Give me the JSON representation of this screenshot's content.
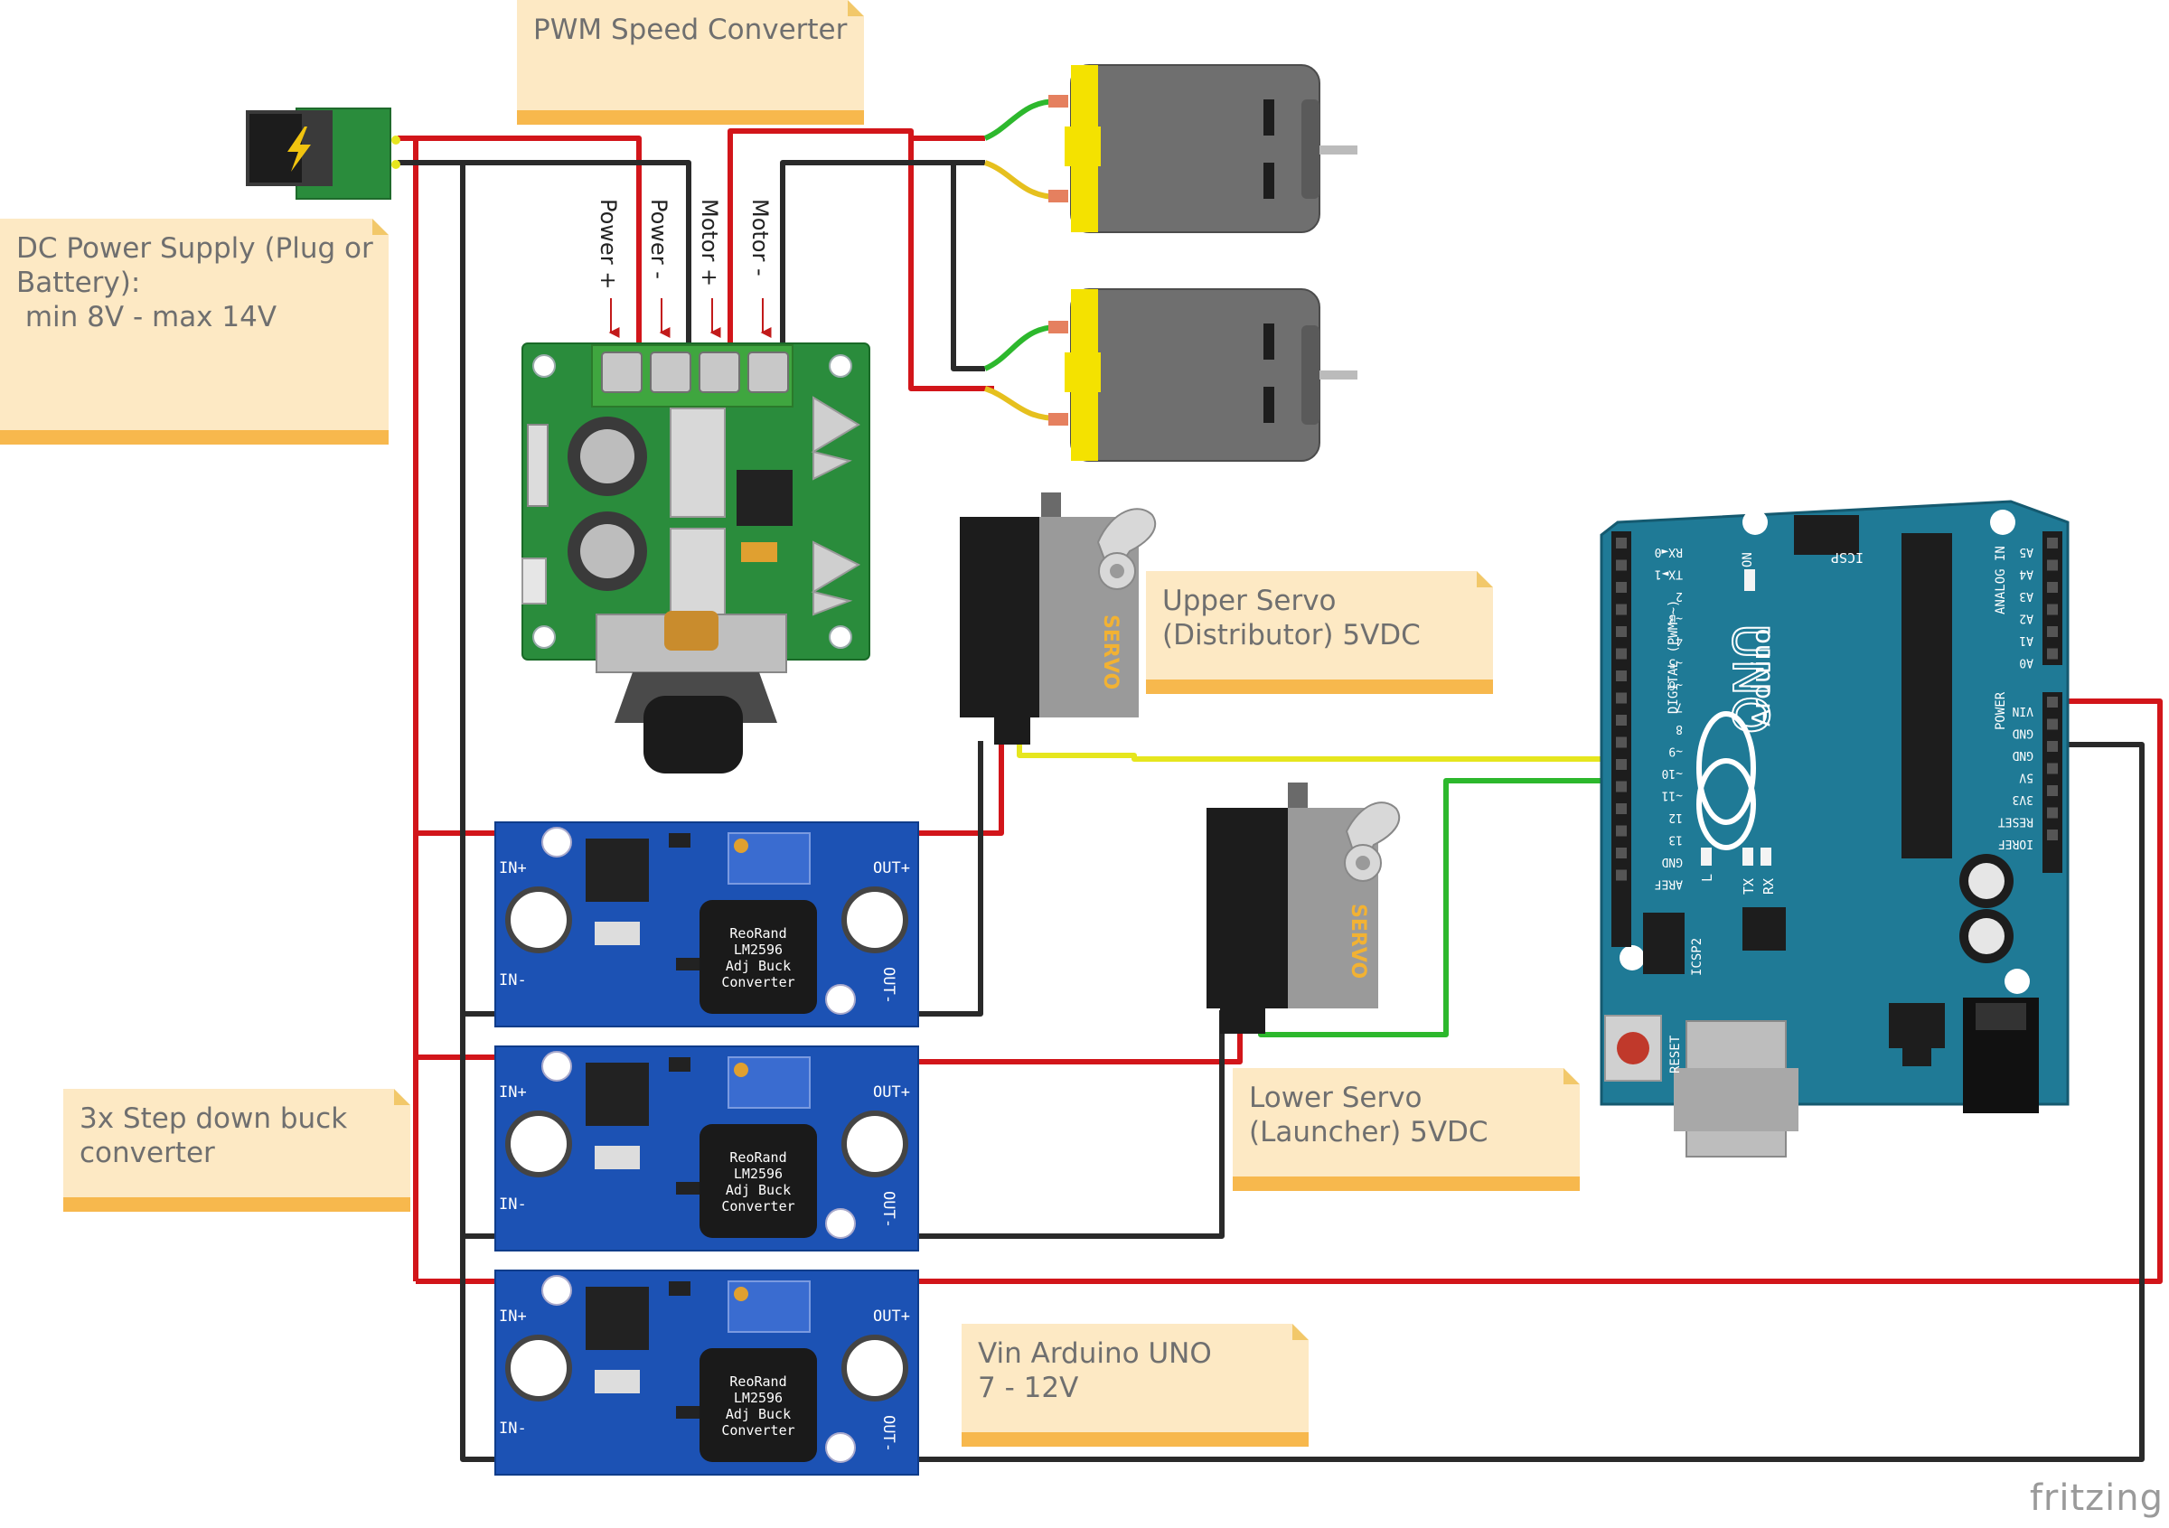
{
  "notes": {
    "pwm": [
      "PWM Speed Converter"
    ],
    "dc": [
      "DC Power Supply (Plug or",
      "Battery):",
      " min 8V - max 14V"
    ],
    "upper_servo": [
      "Upper Servo",
      "(Distributor) 5VDC"
    ],
    "lower_servo": [
      "Lower Servo",
      "(Launcher) 5VDC"
    ],
    "buck": [
      "3x Step down buck",
      "converter"
    ],
    "vin": [
      "Vin Arduino UNO",
      "7 - 12V"
    ]
  },
  "pwm_terminals": [
    "Power +",
    "Power -",
    "Motor +",
    "Motor -"
  ],
  "buck_converter": {
    "chip_text": [
      "ReoRand",
      "LM2596",
      "Adj Buck",
      "Converter"
    ],
    "in_plus": "IN+",
    "in_minus": "IN-",
    "out_plus": "OUT+",
    "out_minus": "OUT-"
  },
  "servo_text": "SERVO",
  "arduino": {
    "brand": "UNO",
    "name": "Arduino",
    "digital_label": "DIGITAL (PWM=~)",
    "analog_label": "ANALOG IN",
    "power_label": "POWER",
    "digital_pins": [
      "RX◄0",
      "TX►1",
      "2",
      "~3",
      "4",
      "~5",
      "~6",
      "7",
      "8",
      "~9",
      "~10",
      "~11",
      "12",
      "13",
      "GND",
      "AREF"
    ],
    "analog_pins": [
      "A5",
      "A4",
      "A3",
      "A2",
      "A1",
      "A0"
    ],
    "power_pins": [
      "VIN",
      "GND",
      "GND",
      "5V",
      "3V3",
      "RESET",
      "IOREF"
    ],
    "icsp": "ICSP",
    "icsp2": "ICSP2",
    "on": "ON",
    "led_l": "L",
    "led_tx": "TX",
    "led_rx": "RX",
    "reset": "RESET"
  },
  "watermark": "fritzing",
  "colors": {
    "wire_red": "#d2151a",
    "wire_black": "#2a2a2a",
    "wire_green": "#2db82d",
    "wire_yellow": "#e6e61e",
    "note_bg": "#fde9c4",
    "note_bar": "#f7b84d",
    "arduino": "#1f7a96",
    "buck": "#1c52b4",
    "pcb_green": "#2a8c3c",
    "motor_body": "#6f6f6f",
    "motor_cap": "#f4e200"
  }
}
